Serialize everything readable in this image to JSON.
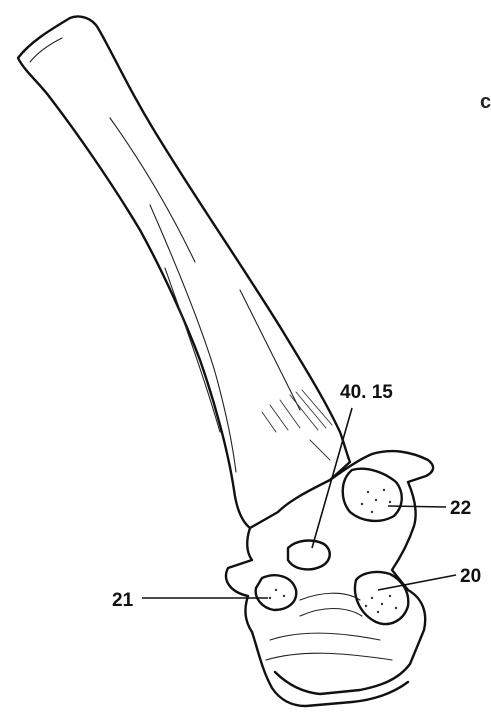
{
  "figure": {
    "labels": {
      "canal": "40. 15",
      "facet_upper": "22",
      "facet_lower": "20",
      "body_left": "21"
    },
    "edge_marks": {
      "top_right": "c"
    }
  }
}
